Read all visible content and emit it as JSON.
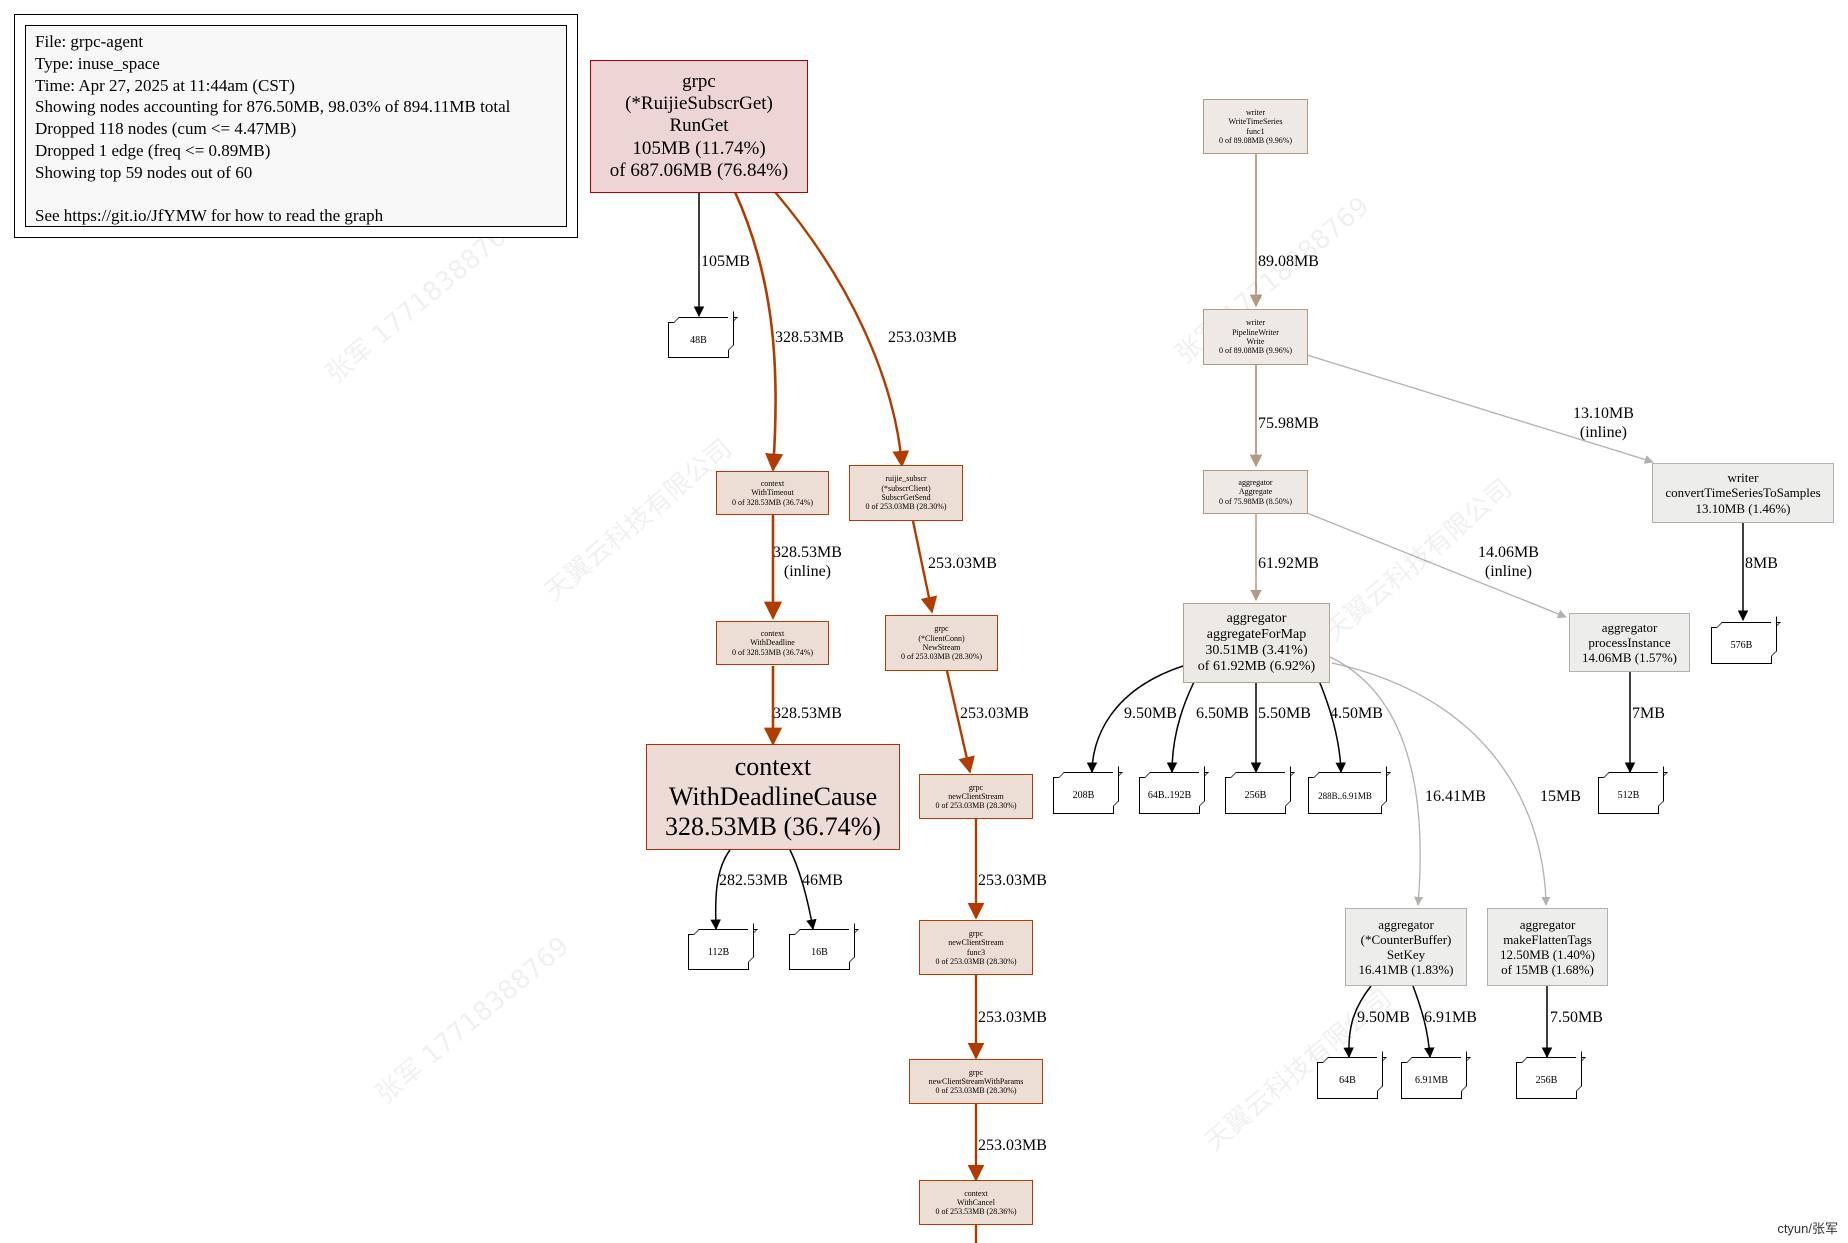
{
  "legend": {
    "lines": [
      "File: grpc-agent",
      "Type: inuse_space",
      "Time: Apr 27, 2025 at 11:44am (CST)",
      "Showing nodes accounting for 876.50MB, 98.03% of 894.11MB total",
      "Dropped 118 nodes (cum <= 4.47MB)",
      "Dropped 1 edge (freq <= 0.89MB)",
      "Showing top 59 nodes out of 60"
    ],
    "link_line": "See https://git.io/JfYMW for how to read the graph"
  },
  "nodes": {
    "runget": [
      "grpc",
      "(*RuijieSubscrGet)",
      "RunGet",
      "105MB (11.74%)",
      "of 687.06MB (76.84%)"
    ],
    "withtimeout": [
      "context",
      "WithTimeout",
      "0 of 328.53MB (36.74%)"
    ],
    "withdeadline": [
      "context",
      "WithDeadline",
      "0 of 328.53MB (36.74%)"
    ],
    "withdeadlinecause": [
      "context",
      "WithDeadlineCause",
      "328.53MB (36.74%)"
    ],
    "subscrgetsend": [
      "ruijie_subscr",
      "(*subscrClient)",
      "SubscrGetSend",
      "0 of 253.03MB (28.30%)"
    ],
    "newstream": [
      "grpc",
      "(*ClientConn)",
      "NewStream",
      "0 of 253.03MB (28.30%)"
    ],
    "newclientstream": [
      "grpc",
      "newClientStream",
      "0 of 253.03MB (28.30%)"
    ],
    "func3": [
      "grpc",
      "newClientStream",
      "func3",
      "0 of 253.03MB (28.30%)"
    ],
    "withparams": [
      "grpc",
      "newClientStreamWithParams",
      "0 of 253.03MB (28.30%)"
    ],
    "withcancel": [
      "context",
      "WithCancel",
      "0 of 253.53MB (28.36%)"
    ],
    "wts_func1": [
      "writer",
      "WriteTimeSeries",
      "func1",
      "0 of 89.08MB (9.96%)"
    ],
    "pipelinewrite": [
      "writer",
      "PipelineWriter",
      "Write",
      "0 of 89.08MB (9.96%)"
    ],
    "aggregate": [
      "aggregator",
      "Aggregate",
      "0 of 75.98MB (8.50%)"
    ],
    "aggformap": [
      "aggregator",
      "aggregateForMap",
      "30.51MB (3.41%)",
      "of 61.92MB (6.92%)"
    ],
    "convertts": [
      "writer",
      "convertTimeSeriesToSamples",
      "13.10MB (1.46%)"
    ],
    "processinstance": [
      "aggregator",
      "processInstance",
      "14.06MB (1.57%)"
    ],
    "setkey": [
      "aggregator",
      "(*CounterBuffer)",
      "SetKey",
      "16.41MB (1.83%)"
    ],
    "flattentags": [
      "aggregator",
      "makeFlattenTags",
      "12.50MB (1.40%)",
      "of 15MB (1.68%)"
    ]
  },
  "boxes": {
    "b48": "48B",
    "b112": "112B",
    "b16": "16B",
    "b208": "208B",
    "b64_192": "64B..192B",
    "b256a": "256B",
    "b288": "288B..6.91MB",
    "b576": "576B",
    "b512": "512B",
    "b64": "64B",
    "b691": "6.91MB",
    "b256b": "256B"
  },
  "edges": {
    "e_runget_48": "105MB",
    "e_runget_timeout": "328.53MB",
    "e_runget_send": "253.03MB",
    "e_timeout_deadline": [
      "328.53MB",
      "(inline)"
    ],
    "e_deadline_cause": "328.53MB",
    "e_cause_112": "282.53MB",
    "e_cause_16": "46MB",
    "e_send_newstream": "253.03MB",
    "e_newstream_ncs": "253.03MB",
    "e_ncs_func3": "253.03MB",
    "e_func3_params": "253.03MB",
    "e_params_cancel": "253.03MB",
    "e_func1_write": "89.08MB",
    "e_write_aggregate": "75.98MB",
    "e_write_convert": [
      "13.10MB",
      "(inline)"
    ],
    "e_aggregate_map": "61.92MB",
    "e_aggregate_process": [
      "14.06MB",
      "(inline)"
    ],
    "e_convert_576": "8MB",
    "e_process_512": "7MB",
    "e_map_208": "9.50MB",
    "e_map_64192": "6.50MB",
    "e_map_256": "5.50MB",
    "e_map_288": "4.50MB",
    "e_map_setkey": "16.41MB",
    "e_map_flatten": "15MB",
    "e_setkey_64": "9.50MB",
    "e_setkey_691": "6.91MB",
    "e_flatten_256": "7.50MB"
  },
  "footer": "ctyun/张军",
  "watermark": [
    "天翼云科技有限公司",
    "张军 17718388769"
  ]
}
